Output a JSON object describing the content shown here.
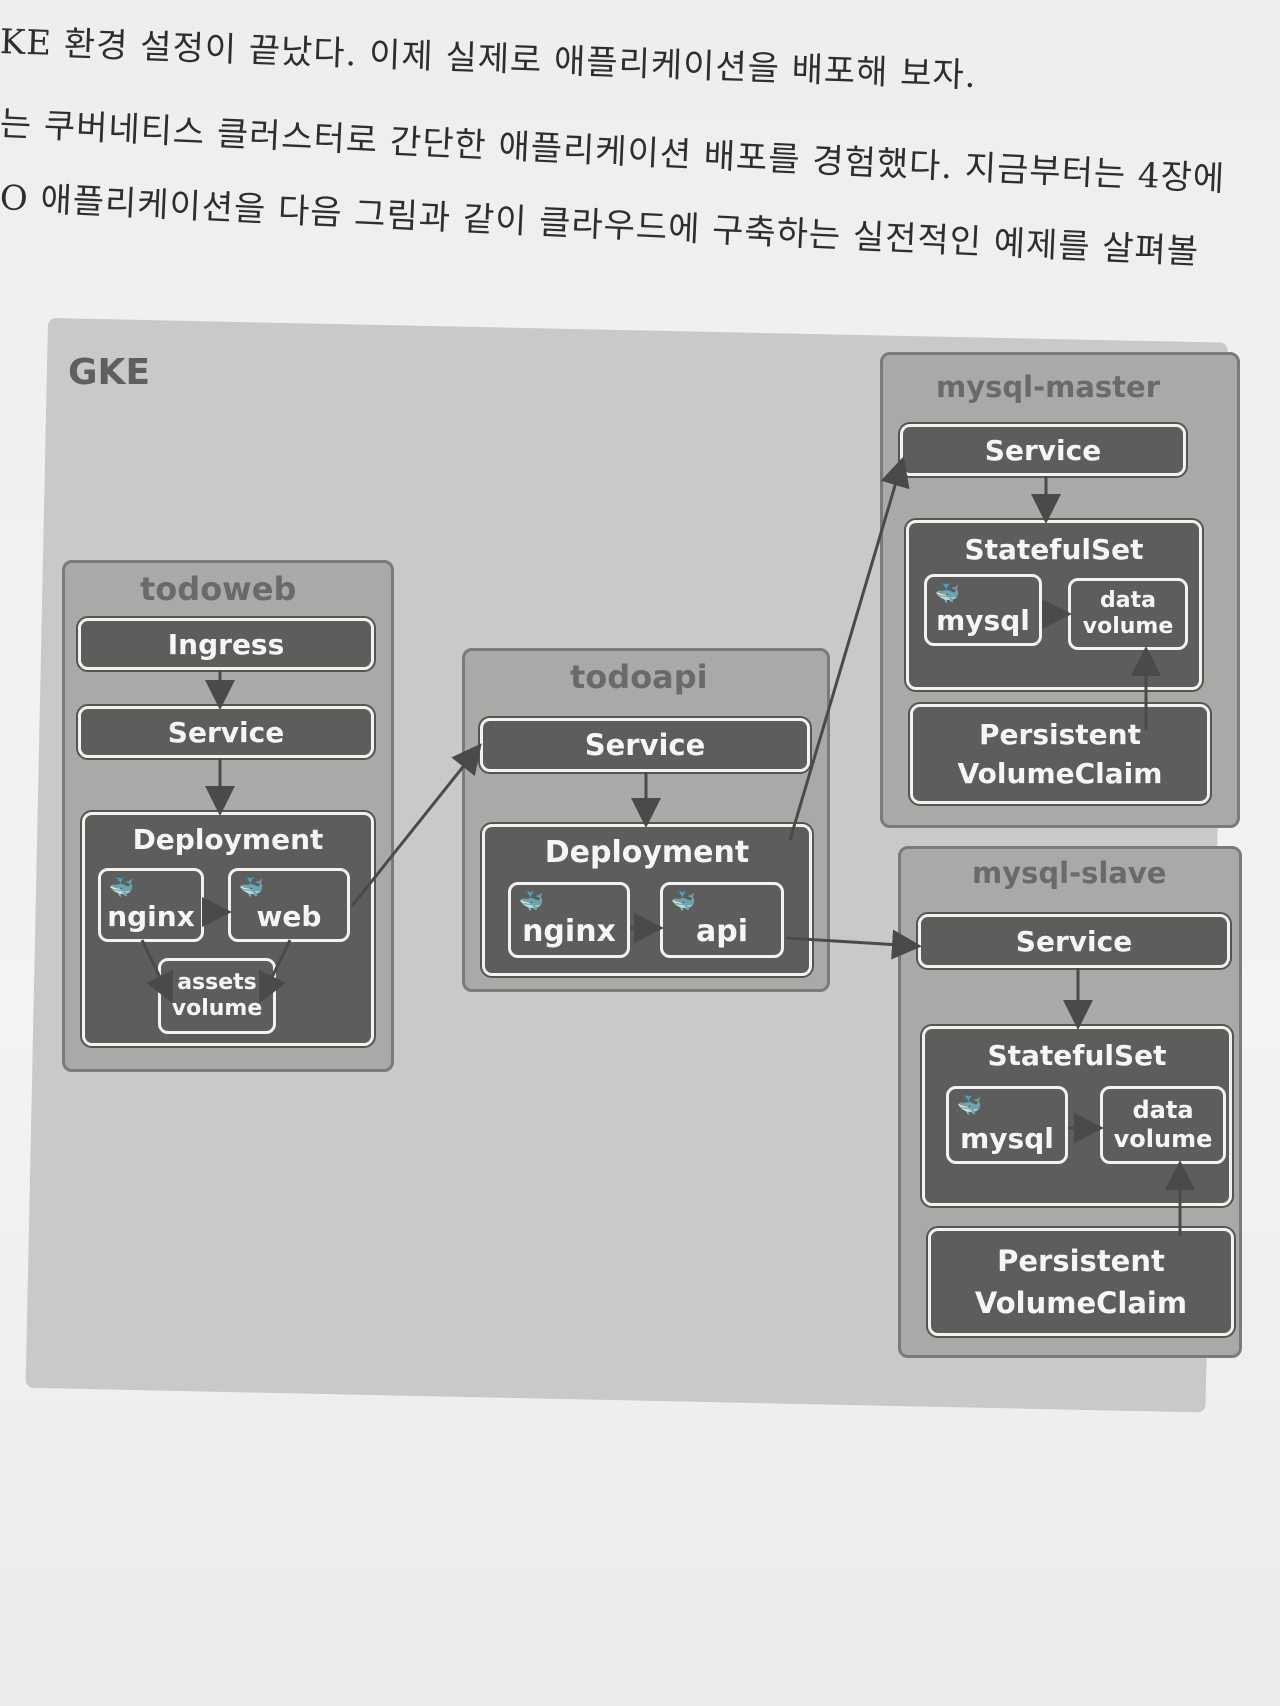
{
  "text_lines": [
    "KE 환경 설정이 끝났다. 이제 실제로 애플리케이션을 배포해 보자.",
    "는 쿠버네티스 클러스터로 간단한 애플리케이션 배포를 경험했다. 지금부터는 4장에",
    "O 애플리케이션을 다음 그림과 같이 클라우드에 구축하는 실전적인 예제를 살펴볼"
  ],
  "diagram": {
    "cluster_label": "GKE",
    "todoweb": {
      "label": "todoweb",
      "ingress": "Ingress",
      "service": "Service",
      "deployment": "Deployment",
      "nginx": "nginx",
      "web": "web",
      "assets_volume_line1": "assets",
      "assets_volume_line2": "volume"
    },
    "todoapi": {
      "label": "todoapi",
      "service": "Service",
      "deployment": "Deployment",
      "nginx": "nginx",
      "api": "api"
    },
    "mysql_master": {
      "label": "mysql-master",
      "service": "Service",
      "statefulset": "StatefulSet",
      "mysql": "mysql",
      "data_volume_line1": "data",
      "data_volume_line2": "volume",
      "pvc_line1": "Persistent",
      "pvc_line2": "VolumeClaim"
    },
    "mysql_slave": {
      "label": "mysql-slave",
      "service": "Service",
      "statefulset": "StatefulSet",
      "mysql": "mysql",
      "data_volume_line1": "data",
      "data_volume_line2": "volume",
      "pvc_line1": "Persistent",
      "pvc_line2": "VolumeClaim"
    }
  }
}
